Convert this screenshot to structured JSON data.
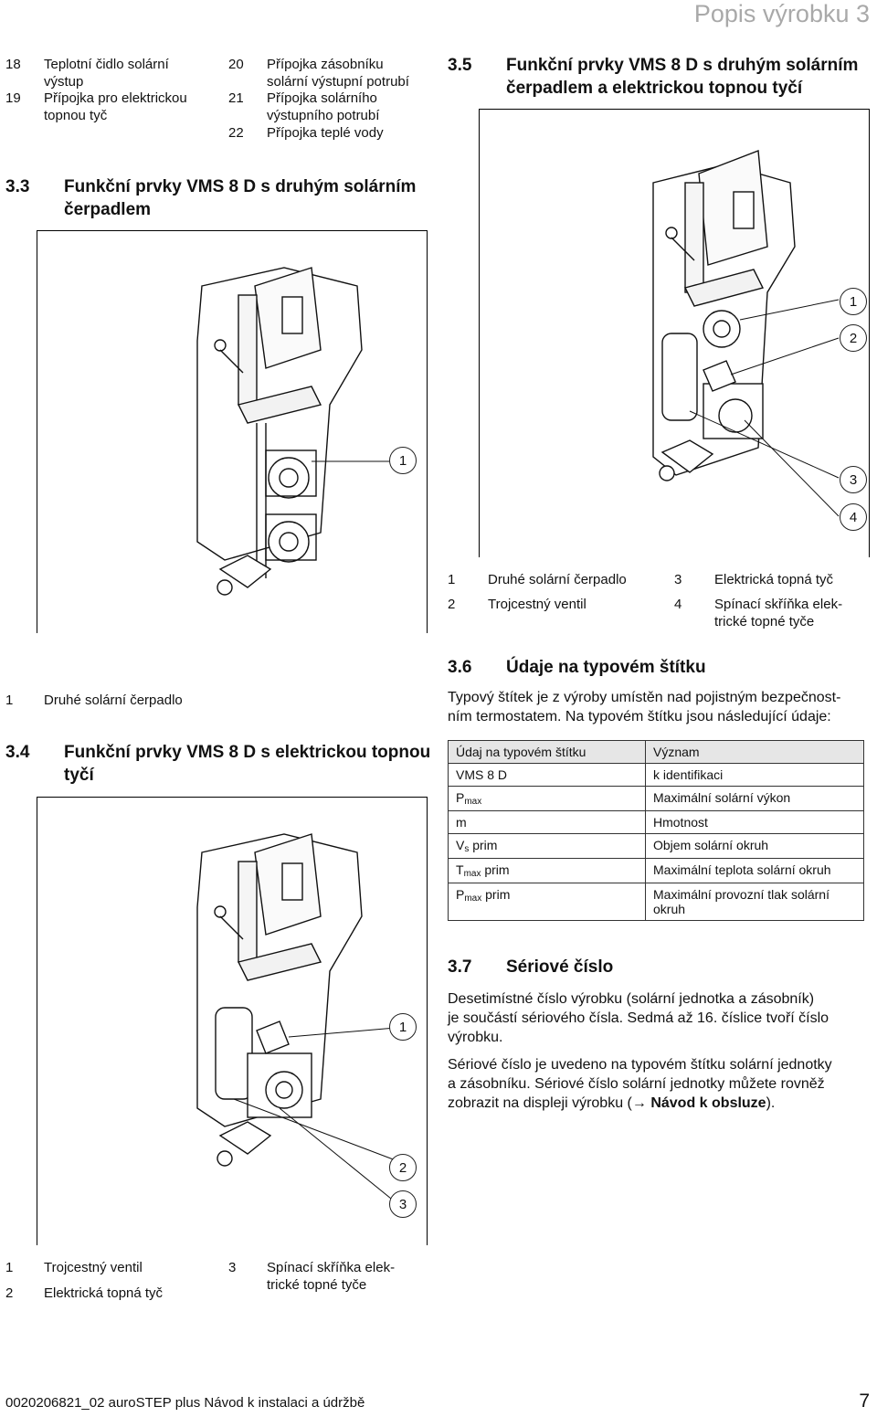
{
  "header": {
    "title": "Popis výrobku 3"
  },
  "top_legend": {
    "left": [
      {
        "num": "18",
        "text_lines": [
          "Teplotní čidlo solární",
          "výstup"
        ]
      },
      {
        "num": "19",
        "text_lines": [
          "Přípojka pro elektrickou",
          "topnou tyč"
        ]
      }
    ],
    "right": [
      {
        "num": "20",
        "text_lines": [
          "Přípojka zásobníku",
          "solární výstupní potrubí"
        ]
      },
      {
        "num": "21",
        "text_lines": [
          "Přípojka solárního",
          "výstupního potrubí"
        ]
      },
      {
        "num": "22",
        "text_lines": [
          "Přípojka teplé vody"
        ]
      }
    ]
  },
  "section_3_3": {
    "num": "3.3",
    "title_lines": [
      "Funkční prvky VMS 8 D s druhým solárním",
      "čerpadlem"
    ],
    "callouts": [
      "1"
    ],
    "legend": [
      {
        "num": "1",
        "text": "Druhé solární čerpadlo"
      }
    ]
  },
  "section_3_4": {
    "num": "3.4",
    "title_lines": [
      "Funkční prvky VMS 8 D s elektrickou topnou",
      "tyčí"
    ],
    "callouts": [
      "1",
      "2",
      "3"
    ],
    "legend": [
      {
        "num": "1",
        "text": "Trojcestný ventil"
      },
      {
        "num": "2",
        "text": "Elektrická topná tyč"
      },
      {
        "num": "3",
        "text_lines": [
          "Spínací skříňka elek-",
          "trické topné tyče"
        ]
      }
    ]
  },
  "section_3_5": {
    "num": "3.5",
    "title_lines": [
      "Funkční prvky VMS 8 D s druhým solárním",
      "čerpadlem a elektrickou topnou tyčí"
    ],
    "callouts": [
      "1",
      "2",
      "3",
      "4"
    ],
    "legend": [
      {
        "num": "1",
        "text": "Druhé solární čerpadlo"
      },
      {
        "num": "3",
        "text": "Elektrická topná tyč"
      },
      {
        "num": "2",
        "text": "Trojcestný ventil"
      },
      {
        "num": "4",
        "text_lines": [
          "Spínací skříňka elek-",
          "trické topné tyče"
        ]
      }
    ]
  },
  "section_3_6": {
    "num": "3.6",
    "title": "Údaje na typovém štítku",
    "intro_lines": [
      "Typový štítek je z výroby umístěn nad pojistným bezpečnost-",
      "ním termostatem. Na typovém štítku jsou následující údaje:"
    ],
    "table": {
      "headers": [
        "Údaj na typovém štítku",
        "Význam"
      ],
      "rows": [
        {
          "symbol": "VMS 8 D",
          "sub": "",
          "suffix": "",
          "meaning": "k identifikaci"
        },
        {
          "symbol": "P",
          "sub": "max",
          "suffix": "",
          "meaning": "Maximální solární výkon"
        },
        {
          "symbol": "m",
          "sub": "",
          "suffix": "",
          "meaning": "Hmotnost"
        },
        {
          "symbol": "V",
          "sub": "s",
          "suffix": " prim",
          "meaning": "Objem solární okruh"
        },
        {
          "symbol": "T",
          "sub": "max",
          "suffix": " prim",
          "meaning": "Maximální teplota solární okruh"
        },
        {
          "symbol": "P",
          "sub": "max",
          "suffix": " prim",
          "meaning_lines": [
            "Maximální provozní tlak solární",
            "okruh"
          ]
        }
      ]
    }
  },
  "section_3_7": {
    "num": "3.7",
    "title": "Sériové číslo",
    "para1_lines": [
      "Desetimístné číslo výrobku (solární jednotka a zásobník)",
      "je součástí sériového čísla. Sedmá až 16. číslice tvoří číslo",
      "výrobku."
    ],
    "para2_lines": [
      "Sériové číslo je uvedeno na typovém štítku solární jednotky",
      "a zásobníku. Sériové číslo solární jednotky můžete rovněž"
    ],
    "para2_last_prefix": "zobrazit na displeji výrobku (",
    "arrow": "→",
    "link": "Návod k obsluze",
    "para2_last_suffix": ")."
  },
  "footer": {
    "left": "0020206821_02 auroSTEP plus Návod k instalaci a údržbě",
    "page": "7"
  }
}
